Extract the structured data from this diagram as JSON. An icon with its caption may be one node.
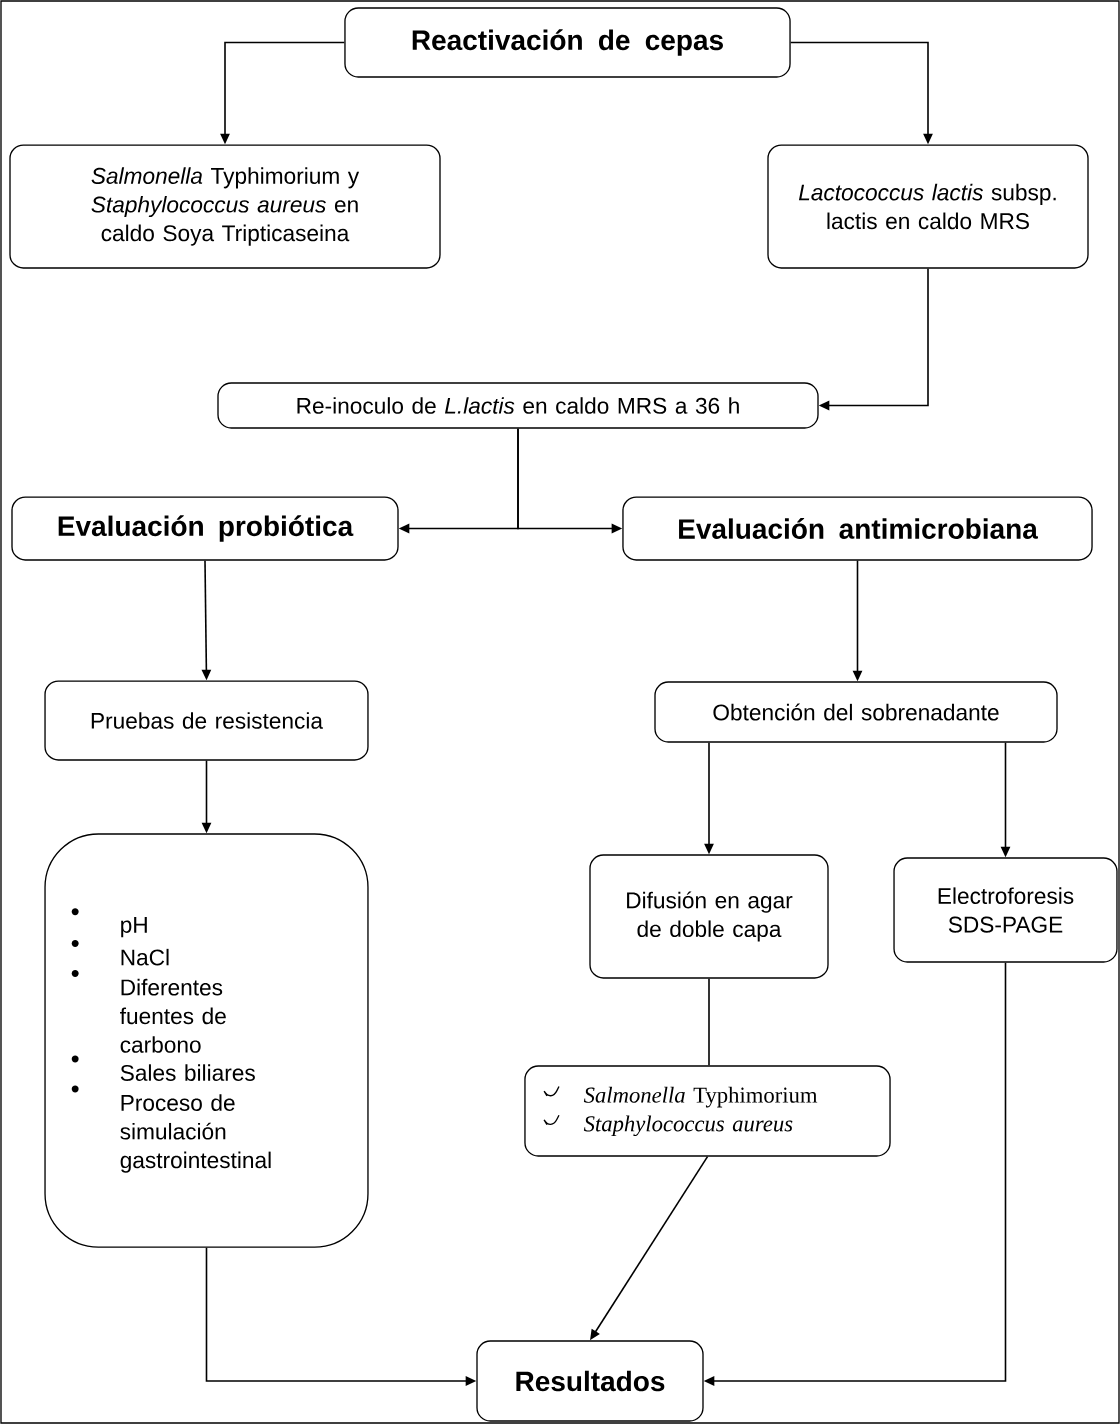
{
  "diagram": {
    "nodes": [
      {
        "text": [
          "Reactivación de cepas"
        ]
      },
      {
        "text": [
          "*Salmonella* Typhimorium y *Staphylococcus aureus* en caldo Soya Tripticaseina"
        ]
      },
      {
        "text": [
          "*Lactococcus lactis* subsp. lactis en caldo MRS"
        ]
      },
      {
        "text": [
          "Re-inoculo de *L.lactis* en caldo MRS a 36 h"
        ]
      },
      {
        "text": [
          "Evaluación probiótica"
        ]
      },
      {
        "text": [
          "Evaluación antimicrobiana"
        ]
      },
      {
        "text": [
          "Pruebas de resistencia"
        ]
      },
      {
        "text": [
          "pH",
          "NaCl",
          "Diferentes fuentes de carbono",
          "Sales biliares",
          "Proceso de simulación gastrointestinal"
        ]
      },
      {
        "text": [
          "Obtención del sobrenadante"
        ]
      },
      {
        "text": [
          "Difusión en agar de doble capa"
        ]
      },
      {
        "text": [
          "Electroforesis SDS-PAGE"
        ]
      },
      {
        "text": [
          "*Salmonella* Typhimorium",
          "Staphylococcus aureus"
        ]
      },
      {
        "text": [
          "Resultados"
        ]
      }
    ],
    "edges": [
      {
        "from": 0,
        "to": 1,
        "arrow": "to"
      },
      {
        "from": 0,
        "to": 2,
        "arrow": "to"
      },
      {
        "from": 2,
        "to": 3,
        "arrow": "to"
      },
      {
        "from": 3,
        "to": 4,
        "arrow": "to"
      },
      {
        "from": 3,
        "to": 5,
        "arrow": "to"
      },
      {
        "from": 4,
        "to": 6,
        "arrow": "to"
      },
      {
        "from": 6,
        "to": 7,
        "arrow": "to"
      },
      {
        "from": 5,
        "to": 8,
        "arrow": "to"
      },
      {
        "from": 8,
        "to": 9,
        "arrow": "to"
      },
      {
        "from": 8,
        "to": 10,
        "arrow": "to"
      },
      {
        "from": 9,
        "to": 11,
        "arrow": "none"
      },
      {
        "from": 11,
        "to": 12,
        "arrow": "to"
      },
      {
        "from": 7,
        "to": 12,
        "arrow": "to"
      },
      {
        "from": 10,
        "to": 12,
        "arrow": "to"
      }
    ]
  }
}
